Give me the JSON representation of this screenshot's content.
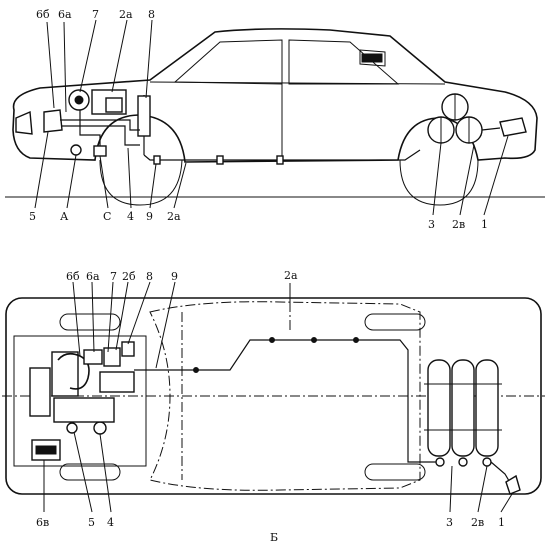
{
  "side_view": {
    "labels": {
      "l6b": "6б",
      "l6a": "6а",
      "l7": "7",
      "l2a_top": "2а",
      "l8": "8",
      "l5": "5",
      "lA": "А",
      "lC": "С",
      "l4": "4",
      "l9": "9",
      "l2a_bottom": "2а",
      "l3": "3",
      "l2v": "2в",
      "l1": "1"
    }
  },
  "top_view": {
    "labels": {
      "l2a": "2а",
      "l6b": "6б",
      "l6a": "6а",
      "l7": "7",
      "l2b": "2б",
      "l8": "8",
      "l9": "9",
      "l6v": "6в",
      "l5": "5",
      "l4": "4",
      "l3": "3",
      "l2v": "2в",
      "l1": "1"
    }
  },
  "caption": "Б"
}
